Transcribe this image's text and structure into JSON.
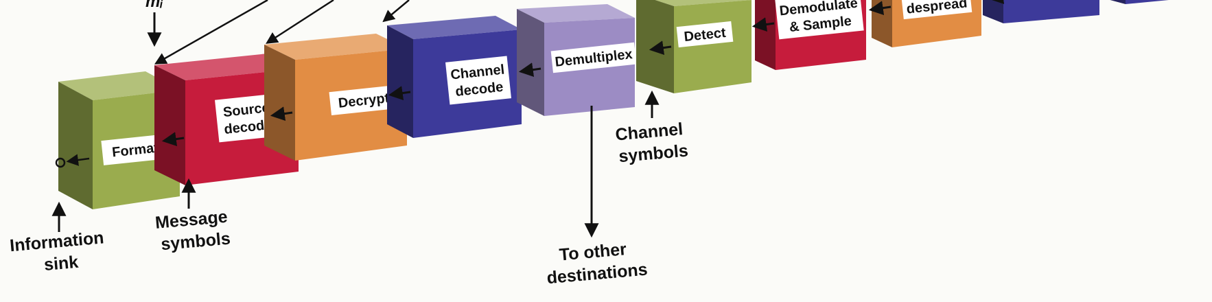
{
  "diagram": {
    "blocks": [
      {
        "id": "format",
        "lines": [
          "Format"
        ],
        "color": "#9aac4e"
      },
      {
        "id": "source-decode",
        "lines": [
          "Source",
          "decode"
        ],
        "color": "#c61c3c"
      },
      {
        "id": "decrypt",
        "lines": [
          "Decrypt"
        ],
        "color": "#e28d44"
      },
      {
        "id": "channel-decode",
        "lines": [
          "Channel",
          "decode"
        ],
        "color": "#3d3a9a"
      },
      {
        "id": "demultiplex",
        "lines": [
          "Demultiplex"
        ],
        "color": "#9c8cc4"
      },
      {
        "id": "detect",
        "lines": [
          "Detect"
        ],
        "color": "#9aac4e"
      },
      {
        "id": "demodulate-sample",
        "lines": [
          "Demodulate",
          "& Sample"
        ],
        "color": "#c61c3c"
      },
      {
        "id": "despread",
        "lines": [
          "despread"
        ],
        "color": "#e28d44"
      },
      {
        "id": "next-block",
        "lines": [],
        "color": "#3d3a9a"
      },
      {
        "id": "edge-block",
        "lines": [],
        "color": "#3d3a9a"
      }
    ],
    "annotations": {
      "information_sink": [
        "Information",
        "sink"
      ],
      "message_symbols": [
        "Message",
        "symbols"
      ],
      "channel_symbols": [
        "Channel",
        "symbols"
      ],
      "to_other_destinations": [
        "To other",
        "destinations"
      ],
      "top_label_fragment": "m̂ᵢ"
    }
  }
}
